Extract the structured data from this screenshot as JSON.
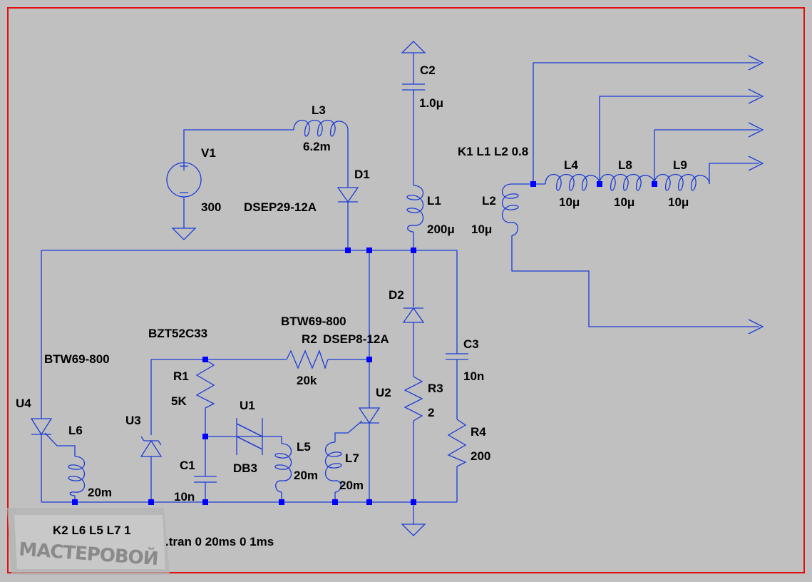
{
  "colors": {
    "background": "#c0c0c0",
    "frame": "#e01010",
    "wire": "#1a3cd8",
    "junction": "#0000ff",
    "text": "#000000"
  },
  "labels": {
    "V1": "V1",
    "V1_value": "300",
    "L3": "L3",
    "L3_value": "6.2m",
    "D1": "D1",
    "D1_model": "DSEP29-12A",
    "C2": "C2",
    "C2_value": "1.0μ",
    "L1": "L1",
    "L1_value": "200μ",
    "K1": "K1 L1 L2 0.8",
    "L2": "L2",
    "L2_value": "10μ",
    "L4": "L4",
    "L4_value": "10μ",
    "L8": "L8",
    "L8_value": "10μ",
    "L9": "L9",
    "L9_value": "10μ",
    "D2": "D2",
    "D2_model": "DSEP8-12A",
    "C3": "C3",
    "C3_value": "10n",
    "R3": "R3",
    "R3_value": "2",
    "R4": "R4",
    "R4_value": "200",
    "R2": "R2",
    "R2_value": "20k",
    "R1": "R1",
    "R1_value": "5K",
    "C1": "C1",
    "C1_value": "10n",
    "U1": "U1",
    "U1_model": "DB3",
    "U2": "U2",
    "U2_model": "BTW69-800",
    "U3": "U3",
    "U3_model": "BZT52C33",
    "U4": "U4",
    "U4_model": "BTW69-800",
    "L5": "L5",
    "L5_value": "20m",
    "L6": "L6",
    "L6_value": "20m",
    "L7": "L7",
    "L7_value": "20m",
    "K2": "K2 L6 L5 L7 1",
    "tran": ".tran 0 20ms 0 1ms",
    "watermark": "МАСТЕРОВОЙ"
  }
}
